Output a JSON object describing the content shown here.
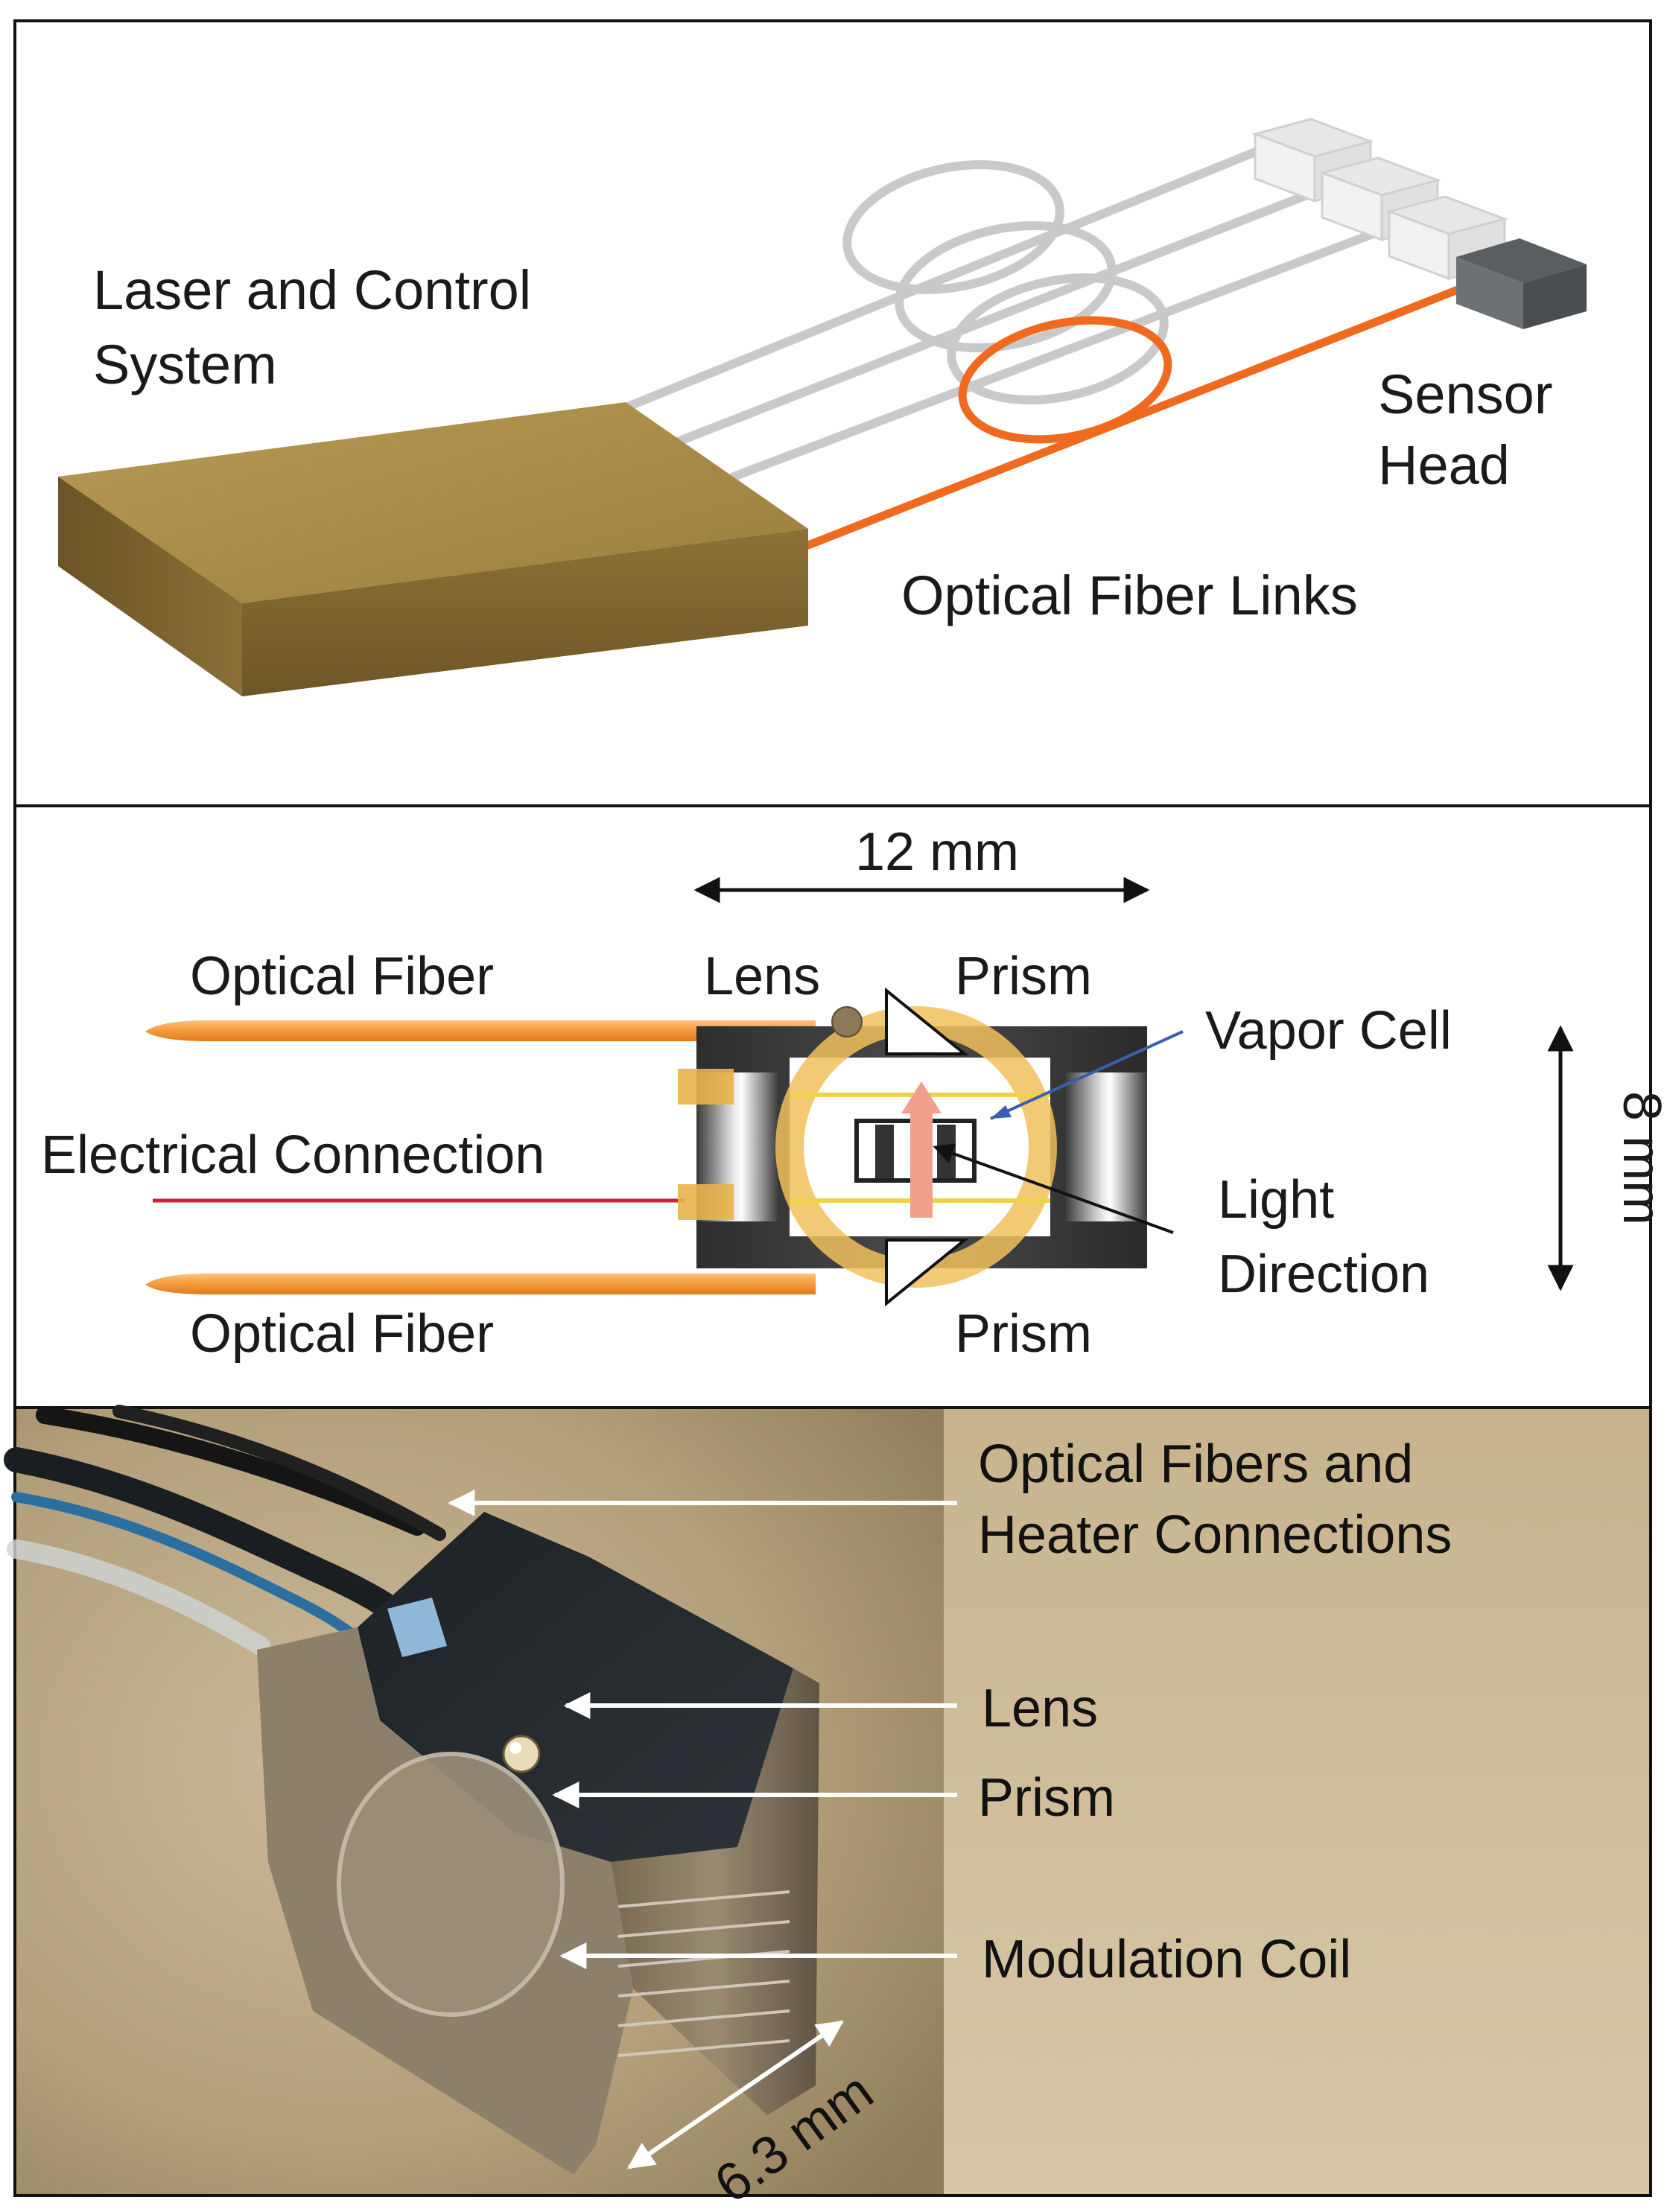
{
  "panel_top": {
    "label_system_line1": "Laser and Control",
    "label_system_line2": "System",
    "label_sensor_line1": "Sensor",
    "label_sensor_line2": "Head",
    "label_links": "Optical Fiber Links"
  },
  "panel_middle": {
    "dim_width": "12 mm",
    "dim_height": "8 mm",
    "label_fiber_top": "Optical Fiber",
    "label_fiber_bottom": "Optical Fiber",
    "label_electrical": "Electrical Connection",
    "label_lens": "Lens",
    "label_prism_top": "Prism",
    "label_prism_bottom": "Prism",
    "label_vapor_cell": "Vapor Cell",
    "label_light_line1": "Light",
    "label_light_line2": "Direction"
  },
  "panel_bottom": {
    "label_fibers_line1": "Optical Fibers and",
    "label_fibers_line2": "Heater Connections",
    "label_lens": "Lens",
    "label_prism": "Prism",
    "label_coil": "Modulation Coil",
    "dim_size": "6.3 mm"
  },
  "colors": {
    "fiber_orange": "#f06a1e",
    "box_gold": "#a8894a",
    "fiber_gray": "#c9c9c9"
  }
}
